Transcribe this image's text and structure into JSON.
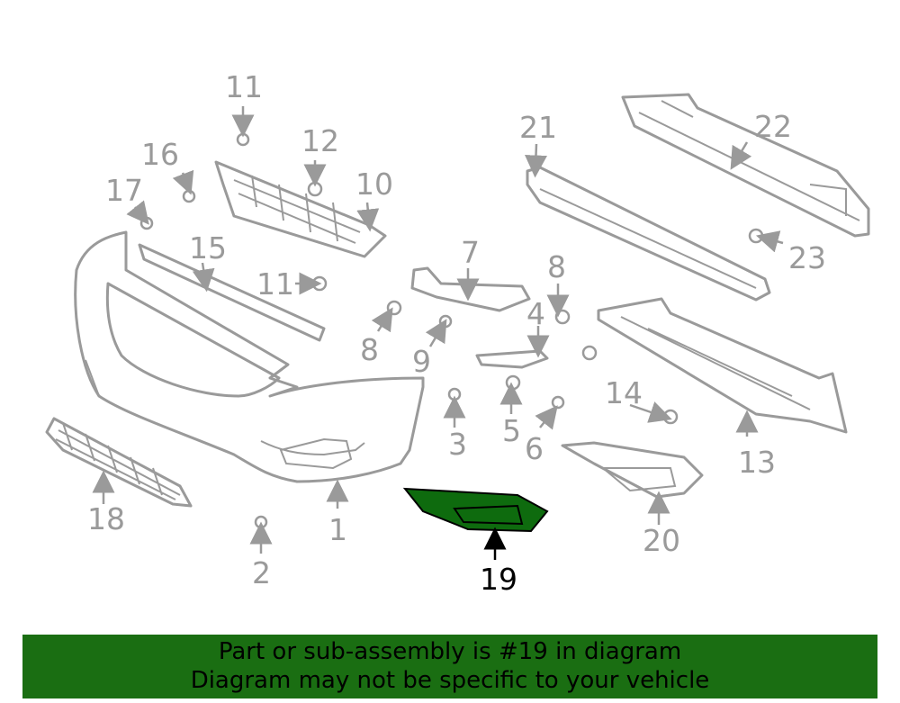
{
  "colors": {
    "part_stroke": "#9a9a9a",
    "highlight_fill": "#0e6b0e",
    "banner_bg": "#1a6e12",
    "label_highlight": "#000000"
  },
  "callouts": {
    "c1": "1",
    "c2": "2",
    "c3": "3",
    "c4": "4",
    "c5": "5",
    "c6": "6",
    "c7": "7",
    "c8a": "8",
    "c8b": "8",
    "c9": "9",
    "c10": "10",
    "c11a": "11",
    "c11b": "11",
    "c12": "12",
    "c13": "13",
    "c14": "14",
    "c15": "15",
    "c16": "16",
    "c17": "17",
    "c18": "18",
    "c19": "19",
    "c20": "20",
    "c21": "21",
    "c22": "22",
    "c23": "23"
  },
  "highlighted_part": "19",
  "banner": {
    "line1": "Part or sub-assembly is #19 in diagram",
    "line2": "Diagram may not be specific to your vehicle"
  }
}
